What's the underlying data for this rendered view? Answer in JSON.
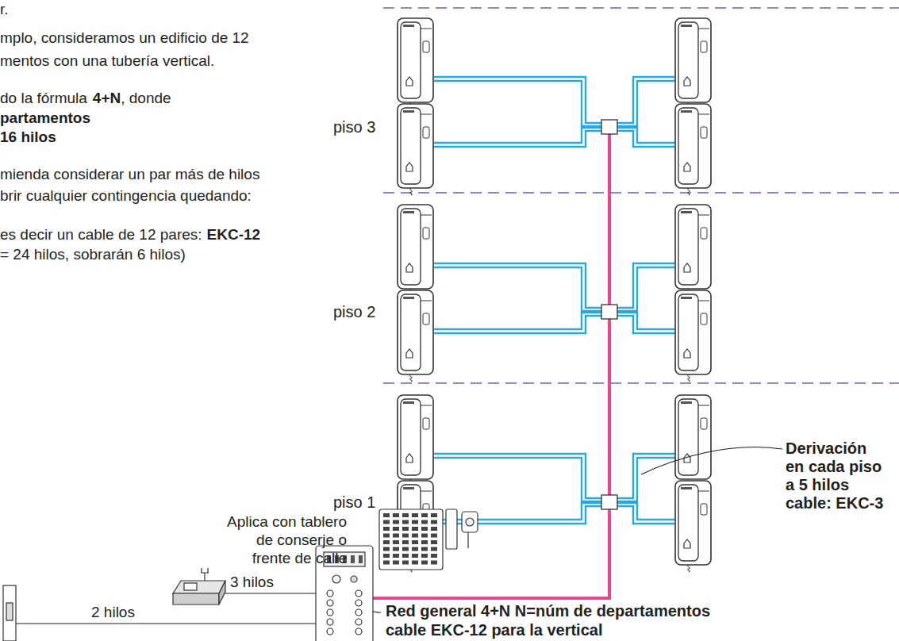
{
  "diagram": {
    "labels": [
      "r.",
      "mplo, consideramos un edificio de 12 mentos con una tubería vertical.",
      "do la fórmula",
      "4+N",
      ", donde",
      "partamentos",
      "16 hilos",
      "mienda considerar un par más de hilos brir cualquier contingencia quedando:",
      "es decir un cable de 12 pares:",
      "EKC-12",
      "= 24 hilos, sobrarán 6 hilos)",
      "piso 3",
      "piso 2",
      "piso 1",
      "Derivación en cada piso a 5 hilos cable: EKC-3",
      "Aplica con tablero de conserje o frente de calle",
      "3 hilos",
      "2 hilos",
      "Red general 4+N N=núm de departamentos cable EKC-12 para la vertical"
    ]
  }
}
